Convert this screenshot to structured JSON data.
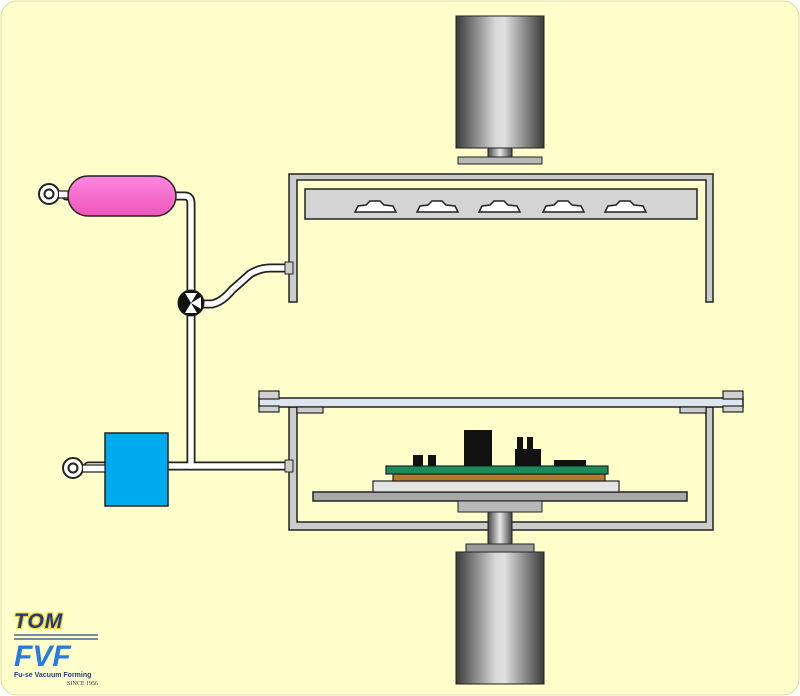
{
  "logo": {
    "brand": "TOM",
    "product": "FVF",
    "tagline": "Fu-se Vacuum Forming",
    "since": "SINCE 1956"
  },
  "colors": {
    "background": "#ffffcc",
    "tank": "#ff66cc",
    "pump": "#00aaee",
    "pcb": "#1a8a5a",
    "substrate": "#b07a2a",
    "chamber_frame": "#c8c8c8",
    "heater_plate": "#d8d8d8"
  },
  "icons": {
    "valve": "three-way-valve-icon",
    "tank": "pressure-tank-icon",
    "pump": "vacuum-pump-icon",
    "cylinder": "hydraulic-cylinder-icon"
  }
}
